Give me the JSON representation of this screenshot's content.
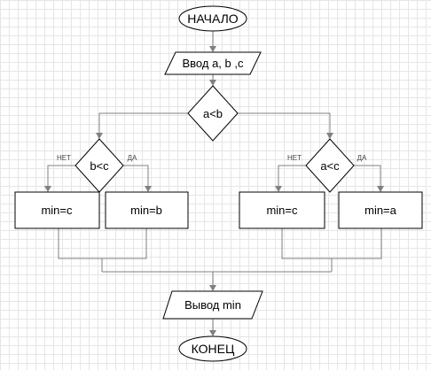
{
  "flowchart": {
    "start": "НАЧАЛО",
    "input": "Ввод a, b ,c",
    "cond_main": "a<b",
    "cond_left": "b<c",
    "cond_right": "a<c",
    "no_label": "НЕТ",
    "yes_label": "ДА",
    "box_ll": "min=c",
    "box_lr": "min=b",
    "box_rl": "min=c",
    "box_rr": "min=a",
    "output": "Вывод min",
    "end": "КОНЕЦ"
  }
}
